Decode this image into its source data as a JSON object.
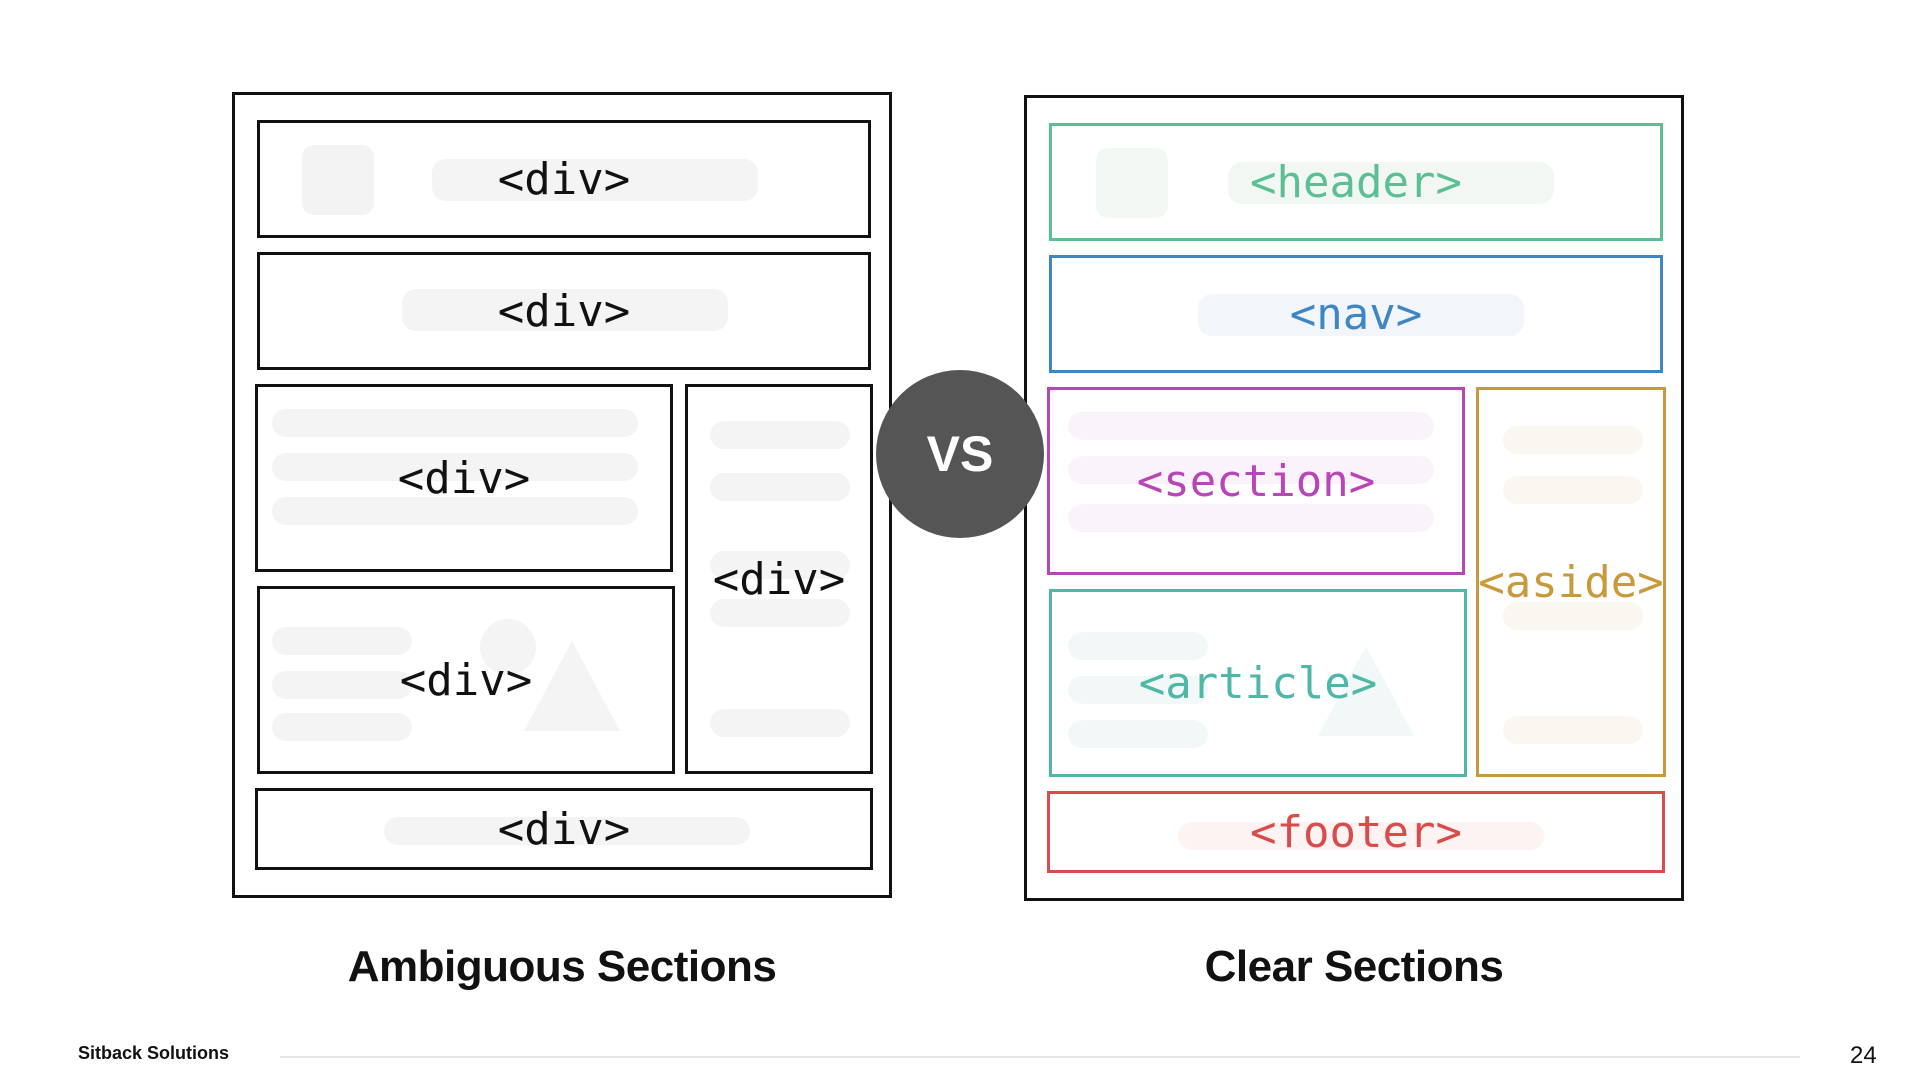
{
  "left": {
    "caption": "Ambiguous Sections",
    "boxes": {
      "top": "<div>",
      "second": "<div>",
      "main": "<div>",
      "side": "<div>",
      "lower": "<div>",
      "bottom": "<div>"
    }
  },
  "vs_label": "VS",
  "right": {
    "caption": "Clear Sections",
    "boxes": {
      "header": "<header>",
      "nav": "<nav>",
      "section": "<section>",
      "aside": "<aside>",
      "article": "<article>",
      "footer": "<footer>"
    },
    "colors": {
      "header": "#5bbf94",
      "nav": "#3f86c4",
      "section": "#b946b9",
      "aside": "#c99a3c",
      "article": "#4fb7a8",
      "footer": "#d94c4c"
    }
  },
  "footer": {
    "brand": "Sitback Solutions",
    "page_number": "24"
  }
}
